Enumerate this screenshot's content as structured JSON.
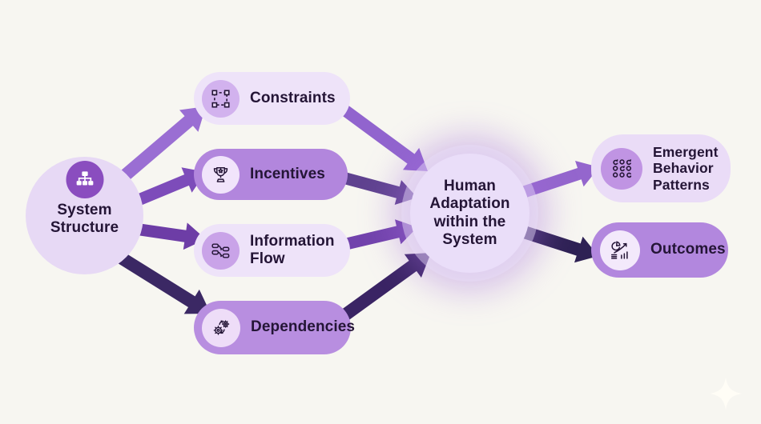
{
  "diagram": {
    "background": "#f7f6f1",
    "text_color": "#241536",
    "center_glow": "0 0 0 11px rgba(233,221,248,0.45), 0 0 42px 22px rgba(163,107,219,0.40)"
  },
  "nodes": {
    "system_structure": {
      "label": "System Structure",
      "icon": "org-chart-icon",
      "fill": "#e7d9f5",
      "icon_bg": "#8a4dbf"
    },
    "constraints": {
      "label": "Constraints",
      "icon": "selection-frame-icon",
      "fill": "#eee3f9",
      "icon_bg": "#d2b2ee"
    },
    "incentives": {
      "label": "Incentives",
      "icon": "trophy-icon",
      "fill": "#b286dd",
      "icon_bg": "#f1e4fb"
    },
    "information_flow": {
      "label": "Information Flow",
      "icon": "data-flow-icon",
      "fill": "#eee3f9",
      "icon_bg": "#c9a3e8"
    },
    "dependencies": {
      "label": "Dependencies",
      "icon": "gears-sync-icon",
      "fill": "#b88ee0",
      "icon_bg": "#eeddf8"
    },
    "human_adaptation": {
      "label": "Human Adaptation within the System",
      "fill": "#eadef9"
    },
    "emergent_behavior": {
      "label": "Emergent Behavior Patterns",
      "icon": "swarm-pattern-icon",
      "fill": "#eadcf7",
      "icon_bg": "#c094e3"
    },
    "outcomes": {
      "label": "Outcomes",
      "icon": "analytics-icon",
      "fill": "#b287de",
      "icon_bg": "#f3e9fb"
    }
  },
  "edges": [
    {
      "from": "system-structure",
      "to": "constraints",
      "color": "#9a6ed3"
    },
    {
      "from": "system-structure",
      "to": "incentives",
      "color": "#7d4cba"
    },
    {
      "from": "system-structure",
      "to": "information-flow",
      "color": "#6d3da6"
    },
    {
      "from": "system-structure",
      "to": "dependencies",
      "color": "#3b2864"
    },
    {
      "from": "constraints",
      "to": "human-adaptation",
      "color": "#9164ce"
    },
    {
      "from": "incentives",
      "to": "human-adaptation",
      "color": "#5f428f"
    },
    {
      "from": "information-flow",
      "to": "human-adaptation",
      "color": "#7243ac"
    },
    {
      "from": "dependencies",
      "to": "human-adaptation",
      "color": "#3a2464"
    },
    {
      "from": "human-adaptation",
      "to": "emergent-behavior",
      "color": "#9466cd"
    },
    {
      "from": "human-adaptation",
      "to": "outcomes",
      "color": "#2e2154"
    }
  ],
  "decor": {
    "sparkle": "four-point-star",
    "sparkle_color": "#fffdf6"
  }
}
